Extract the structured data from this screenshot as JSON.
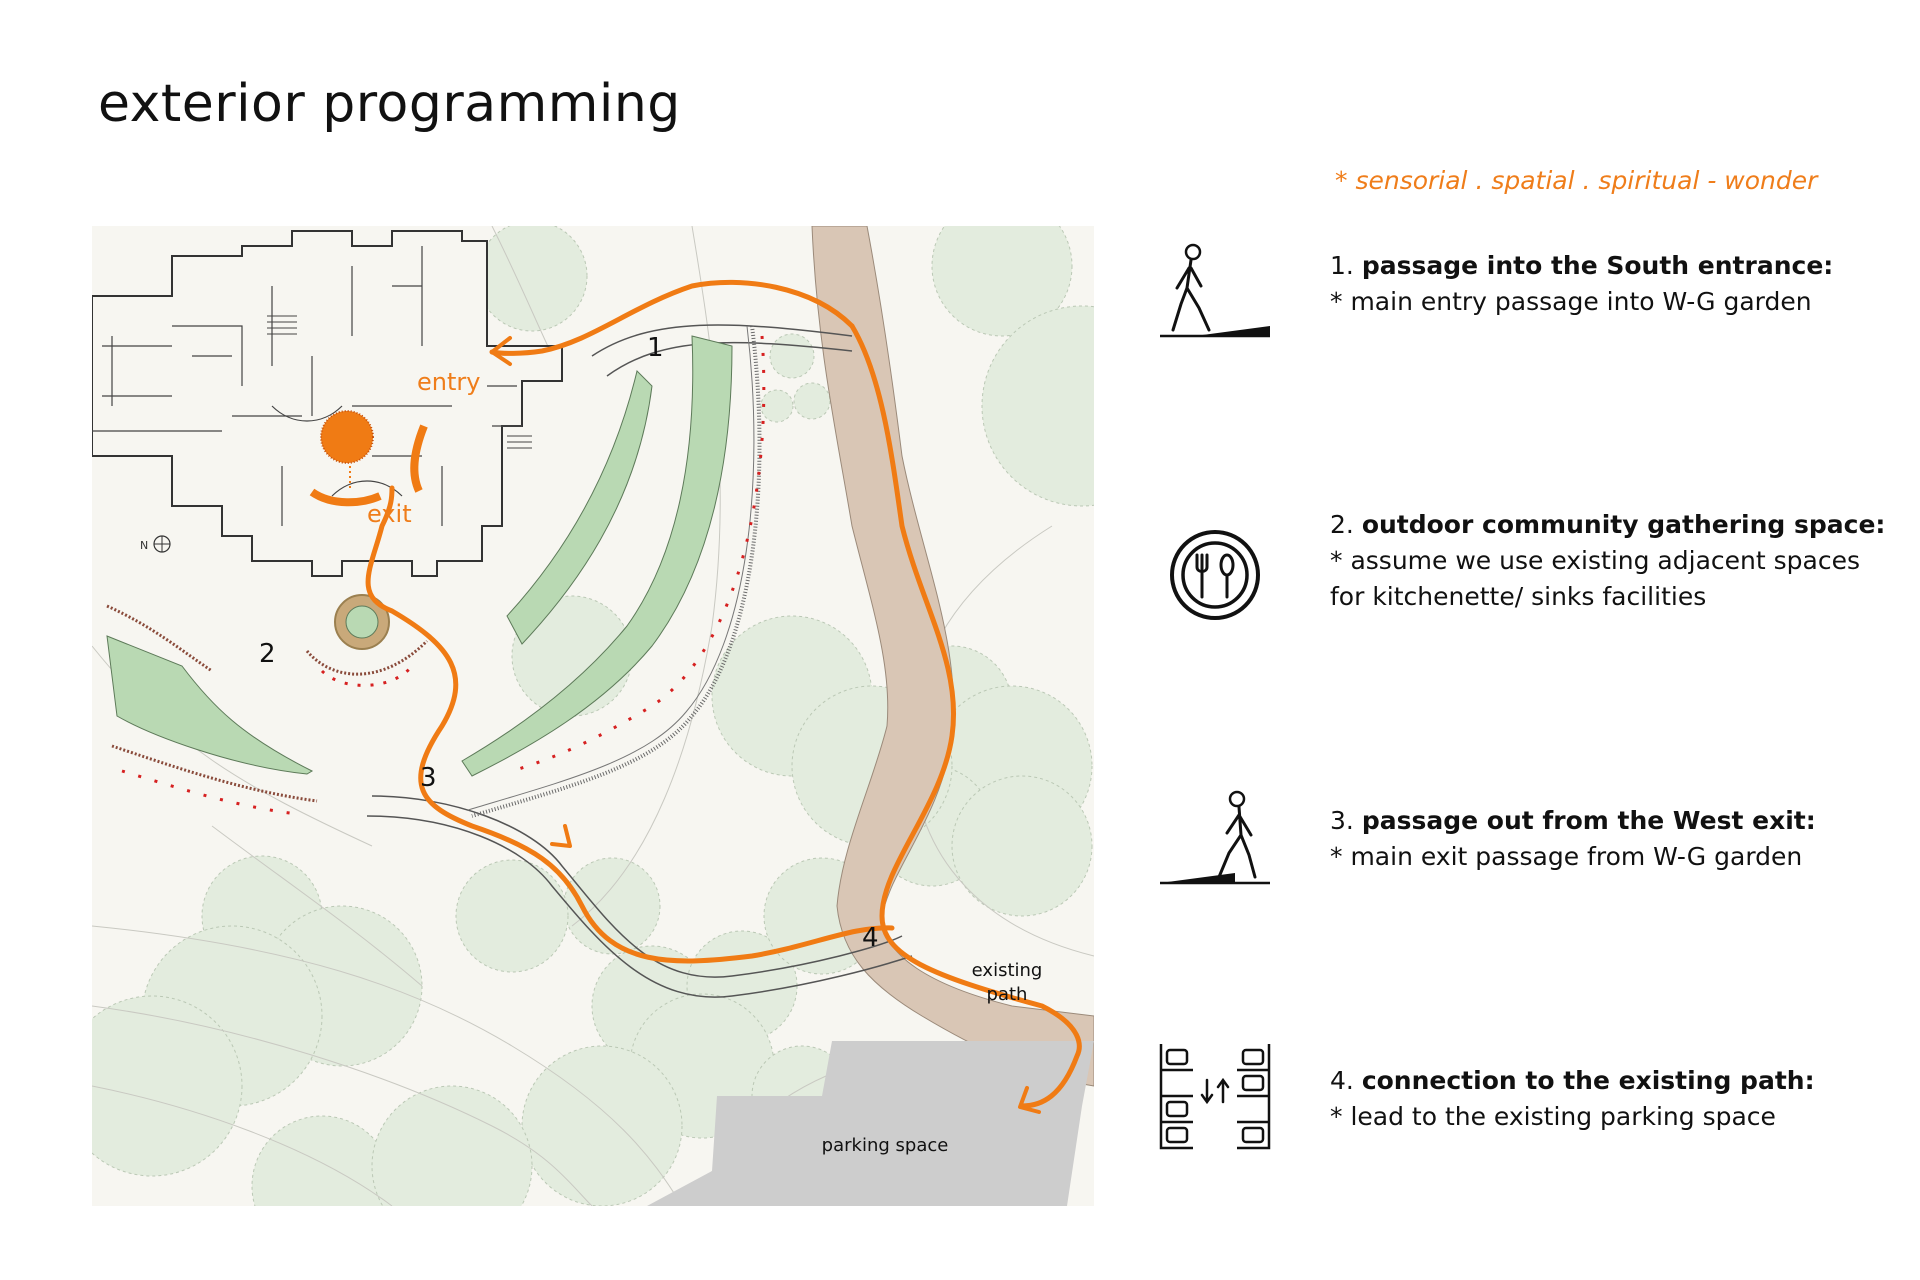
{
  "title": "exterior programming",
  "tagline": "* sensorial . spatial . spiritual - wonder",
  "map": {
    "label_entry": "entry",
    "label_exit": "exit",
    "label_existing_line1": "existing",
    "label_existing_line2": "path",
    "label_parking": "parking space",
    "north": "N",
    "markers": [
      "1",
      "2",
      "3",
      "4"
    ]
  },
  "legend": [
    {
      "num": "1.",
      "heading": "passage into the South entrance:",
      "line1": "* main entry passage into W-G garden",
      "line2": "",
      "icon": "walking-person-icon"
    },
    {
      "num": "2.",
      "heading": "outdoor community gathering space:",
      "line1": "* assume we use existing adjacent spaces",
      "line2": "for kitchenette/ sinks facilities",
      "icon": "fork-spoon-icon"
    },
    {
      "num": "3.",
      "heading": "passage out from the West exit:",
      "line1": "* main exit passage from W-G garden",
      "line2": "",
      "icon": "walking-person-icon"
    },
    {
      "num": "4.",
      "heading": "connection to the existing path:",
      "line1": "* lead to the existing parking space",
      "line2": "",
      "icon": "parking-lot-icon"
    }
  ],
  "colors": {
    "accent": "#ef7d1a",
    "green": "#b9d9b3",
    "path_brown": "#d8c4b3",
    "parking": "#cfcfcf",
    "map_bg": "#f7f6f1",
    "tree": "#e4eddf",
    "seat_red": "#d62020"
  }
}
